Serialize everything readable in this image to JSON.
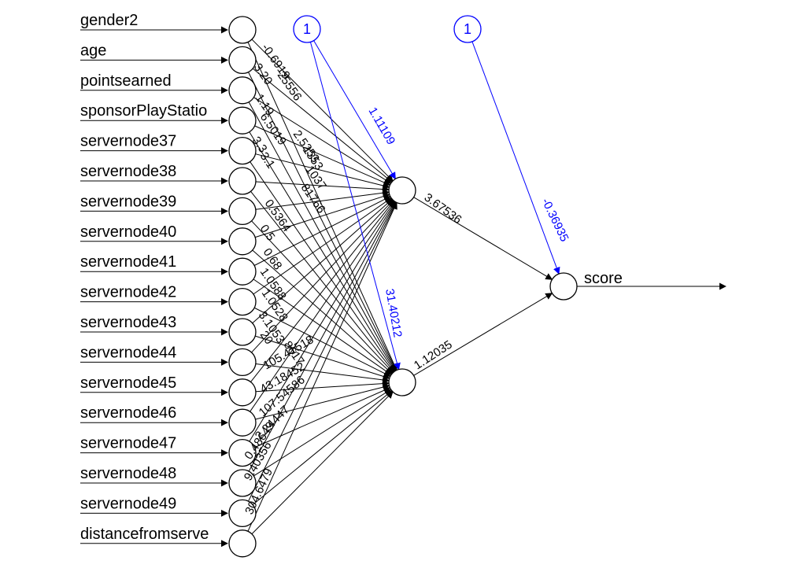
{
  "colors": {
    "edges": "#000000",
    "bias": "#0000ff",
    "background": "#ffffff"
  },
  "network": {
    "inputs": [
      "gender2",
      "age",
      "pointsearned",
      "sponsorPlayStatio",
      "servernode37",
      "servernode38",
      "servernode39",
      "servernode40",
      "servernode41",
      "servernode42",
      "servernode43",
      "servernode44",
      "servernode45",
      "servernode46",
      "servernode47",
      "servernode48",
      "servernode49",
      "distancefromserve"
    ],
    "output_label": "score",
    "bias_label": "1",
    "hidden_bias_weights": [
      "1.11109",
      "31.40212"
    ],
    "output_bias_weight": "-0.36935",
    "hidden_to_output_weights": [
      "3.67536",
      "1.12035"
    ],
    "input_weights_visible": [
      "-0.6919",
      "3.20",
      "25556",
      "1.19",
      "6.5019",
      "2.5253",
      "3.3",
      "1353",
      "3.1",
      "1037",
      "81766",
      "0.5364",
      "105.41518",
      "43.18452",
      "107.54586",
      "2.24447",
      "0.48649",
      "9.40356",
      "304.6479",
      "0.5",
      "0.68",
      "1.0588",
      "1.0528",
      "3.1053",
      "20",
      "8617"
    ]
  }
}
